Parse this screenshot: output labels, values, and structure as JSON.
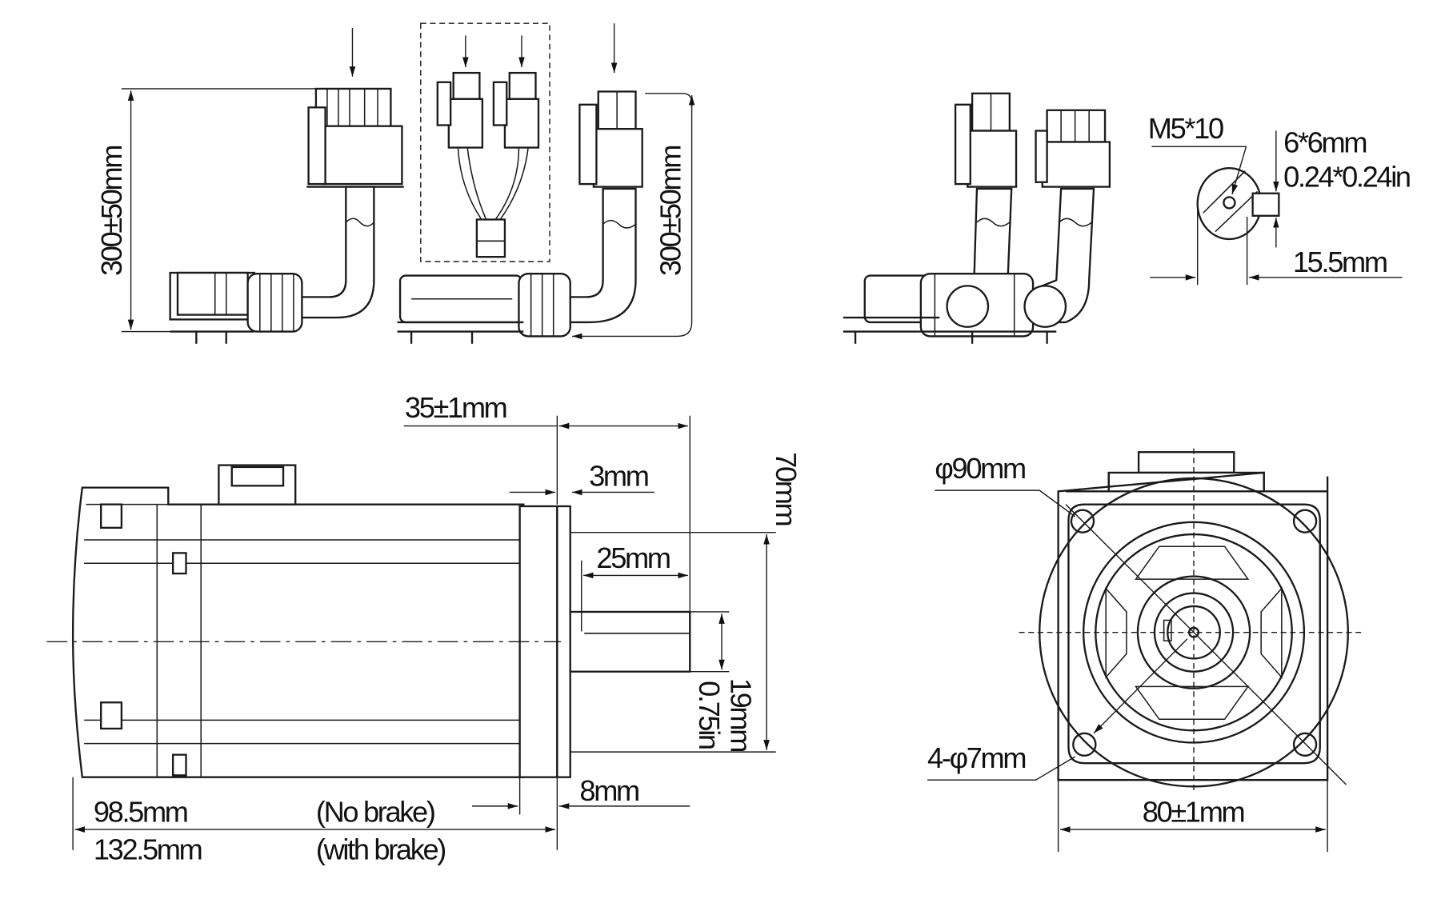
{
  "cable_views": {
    "cable_length_left": "300±50mm",
    "cable_length_right": "300±50mm"
  },
  "shaft_end": {
    "thread": "M5*10",
    "key_mm": "6*6mm",
    "key_in": "0.24*0.24in",
    "key_offset": "15.5mm"
  },
  "side_view": {
    "shaft_length": "35±1mm",
    "flange_step": "3mm",
    "flange_height": "70mm",
    "key_length": "25mm",
    "shaft_dia_mm": "19mm",
    "shaft_dia_in": "0.75in",
    "flange_thickness": "8mm",
    "length_no_brake": "98.5mm",
    "no_brake_label": "(No brake)",
    "length_with_brake": "132.5mm",
    "with_brake_label": "(with brake)"
  },
  "front_view": {
    "bolt_circle": "φ90mm",
    "mount_holes": "4-φ7mm",
    "flange_width": "80±1mm"
  }
}
